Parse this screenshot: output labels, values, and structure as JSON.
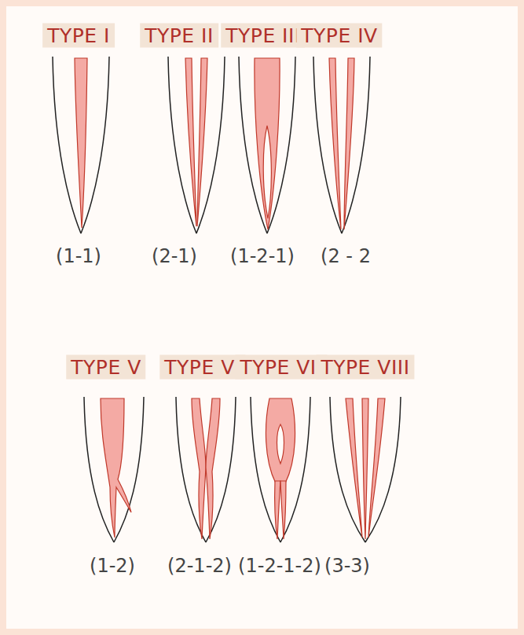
{
  "diagram": {
    "nodes": [
      {
        "text": [
          "TYPE I"
        ]
      },
      {
        "text": [
          "TYPE II"
        ]
      },
      {
        "text": [
          "TYPE III"
        ]
      },
      {
        "text": [
          "TYPE IV"
        ]
      },
      {
        "text": [
          "TYPE V"
        ]
      },
      {
        "text": [
          "TYPE VI"
        ]
      },
      {
        "text": [
          "TYPE VII"
        ]
      },
      {
        "text": [
          "TYPE VIII"
        ]
      }
    ],
    "labels": [
      "(1-1)",
      "(2-1)",
      "(1-2-1)",
      "(2 - 2",
      "(1-2)",
      "(2-1-2)",
      "(1-2-1-2)",
      "(3-3)"
    ]
  }
}
